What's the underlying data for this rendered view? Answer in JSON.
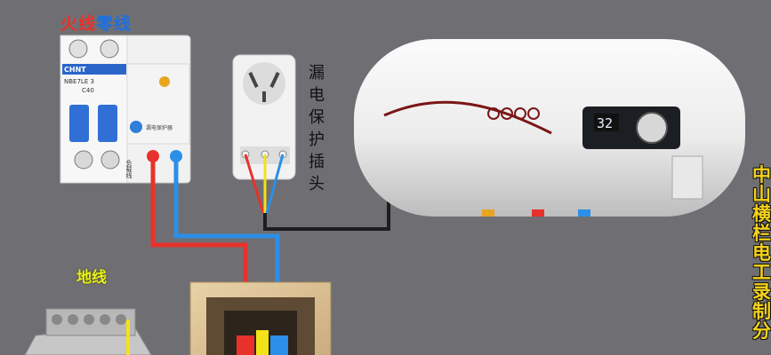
{
  "labels": {
    "title_live": "火线",
    "title_neutral": "零线",
    "ground": "地线",
    "plug": "漏电保护插头",
    "watermark": "中山横栏电工录制分"
  },
  "breaker": {
    "brand": "CHNT",
    "model": "NBE7LE 3",
    "rating": "C40",
    "side_text": "负载线",
    "button_text": "漏电保护器"
  },
  "heater": {
    "display": "32"
  },
  "colors": {
    "live_wire": "#e8312a",
    "neutral_wire": "#2c8fe8",
    "ground_wire": "#f2e21a",
    "background": "#6f6f73"
  }
}
